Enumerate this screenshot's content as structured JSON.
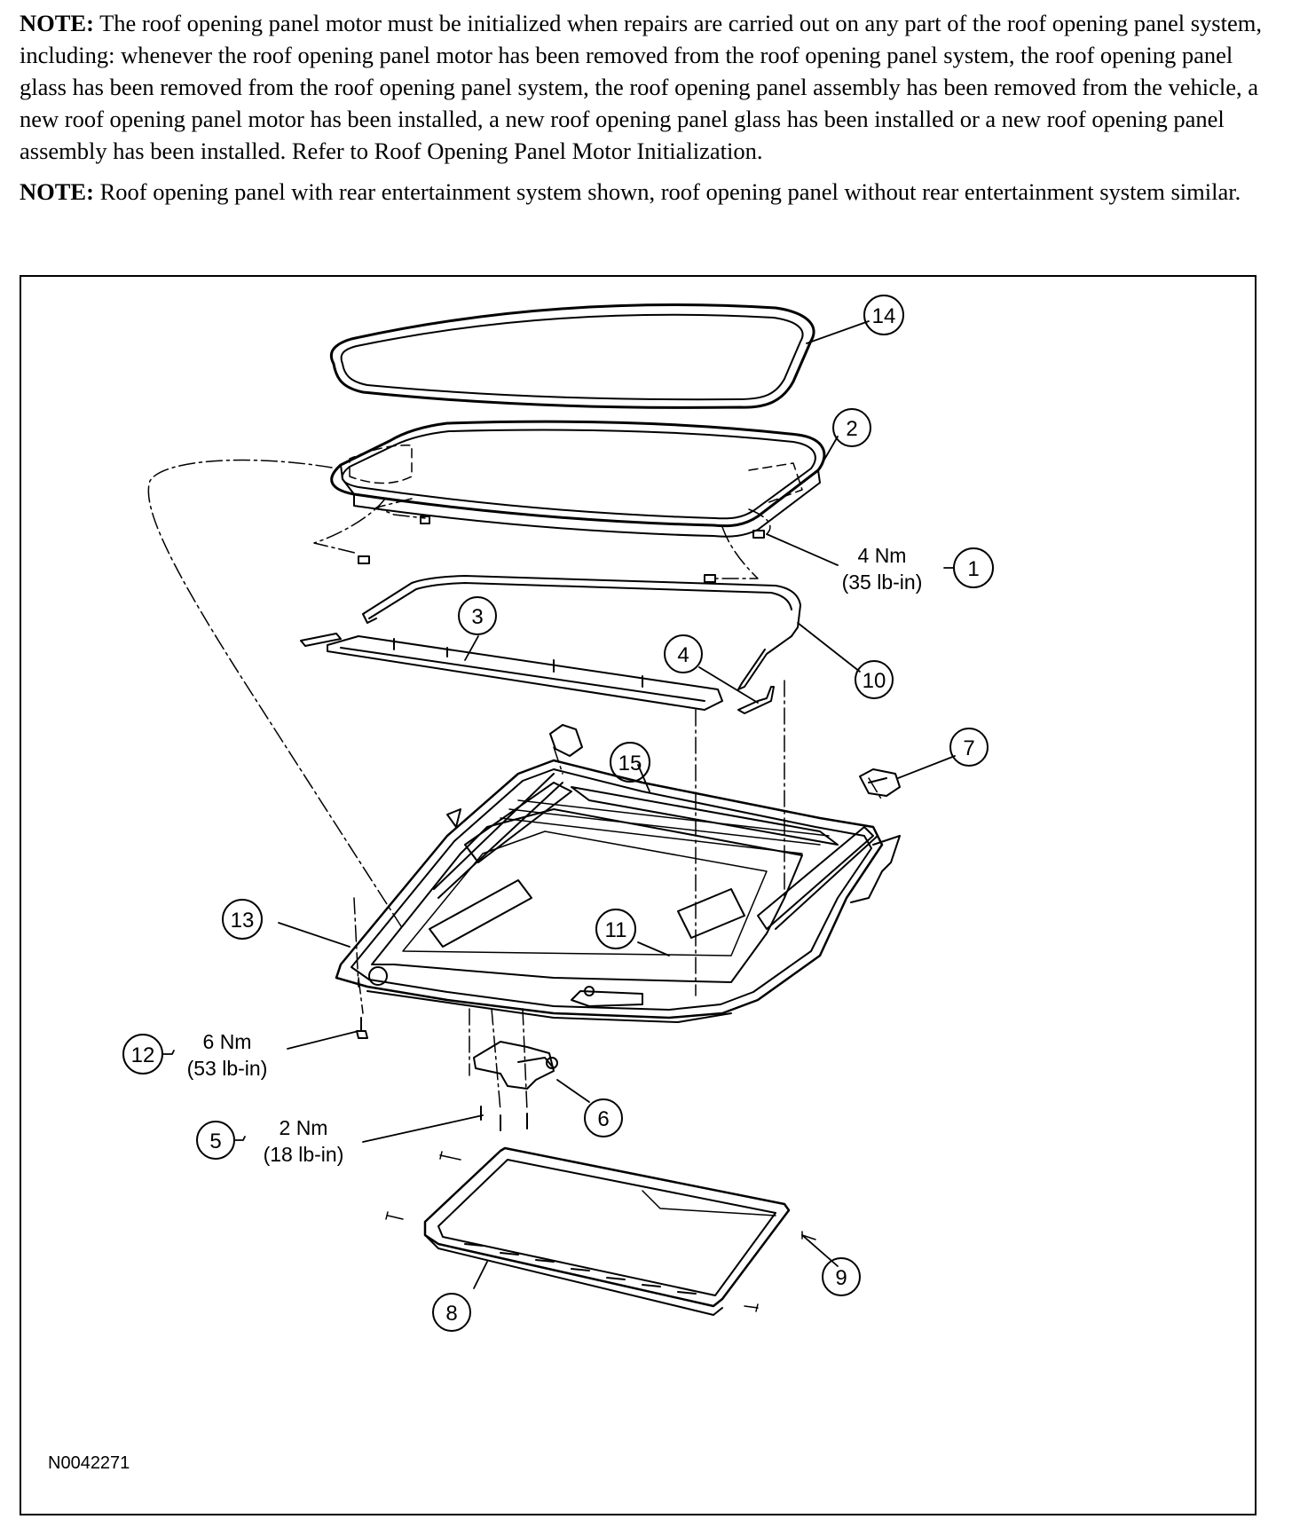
{
  "notes": [
    {
      "prefix": "NOTE:",
      "text": " The roof opening panel motor must be initialized when repairs are carried out on any part of the roof opening panel system, including: whenever the roof opening panel motor has been removed from the roof opening panel system, the roof opening  panel glass has been removed from the roof opening panel system, the roof opening panel assembly has been removed from the vehicle, a new roof opening panel motor has been installed, a new roof opening panel glass has been installed or a new roof  opening panel assembly has been installed. Refer to Roof Opening Panel Motor Initialization."
    },
    {
      "prefix": "NOTE:",
      "text": " Roof opening panel with rear entertainment system shown, roof opening panel without rear entertainment system similar."
    }
  ],
  "diagram": {
    "figure_id": "N0042271",
    "callouts": [
      "14",
      "2",
      "1",
      "3",
      "10",
      "4",
      "7",
      "15",
      "13",
      "11",
      "12",
      "6",
      "5",
      "9",
      "8"
    ],
    "torques": {
      "t1": {
        "nm": "4 Nm",
        "lbin": "(35 lb-in)"
      },
      "t12": {
        "nm": "6 Nm",
        "lbin": "(53 lb-in)"
      },
      "t5": {
        "nm": "2 Nm",
        "lbin": "(18 lb-in)"
      }
    }
  }
}
